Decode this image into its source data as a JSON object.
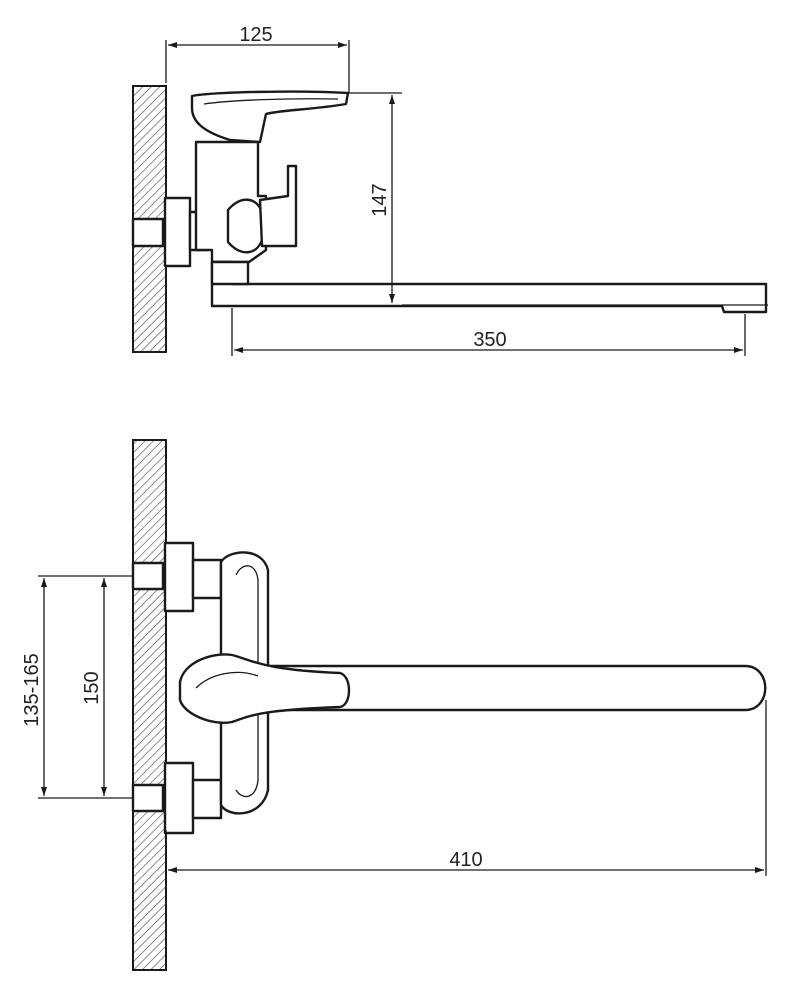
{
  "dimensions": {
    "side_top_width": "125",
    "side_height": "147",
    "side_spout_length": "350",
    "front_outer_range": "135-165",
    "front_center_distance": "150",
    "front_total_length": "410"
  }
}
